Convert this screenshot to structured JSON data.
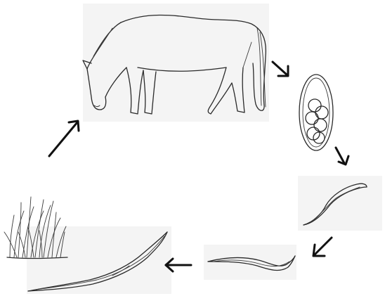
{
  "diagram": {
    "type": "life-cycle",
    "stages": [
      {
        "id": "host",
        "icon": "grazing-horse-icon"
      },
      {
        "id": "egg",
        "icon": "parasite-egg-icon"
      },
      {
        "id": "larva-l1",
        "icon": "first-stage-larva-icon"
      },
      {
        "id": "larva-l2",
        "icon": "second-stage-larva-icon"
      },
      {
        "id": "larva-l3",
        "icon": "infective-larva-icon"
      },
      {
        "id": "pasture",
        "icon": "grass-tuft-icon"
      }
    ],
    "arrows": [
      {
        "from": "host",
        "to": "egg",
        "icon": "arrow-down-right-icon"
      },
      {
        "from": "egg",
        "to": "larva-l1",
        "icon": "arrow-down-right-icon"
      },
      {
        "from": "larva-l1",
        "to": "larva-l2",
        "icon": "arrow-down-left-icon"
      },
      {
        "from": "larva-l2",
        "to": "larva-l3",
        "icon": "arrow-left-icon"
      },
      {
        "from": "pasture",
        "to": "host",
        "icon": "arrow-up-right-icon"
      }
    ]
  }
}
